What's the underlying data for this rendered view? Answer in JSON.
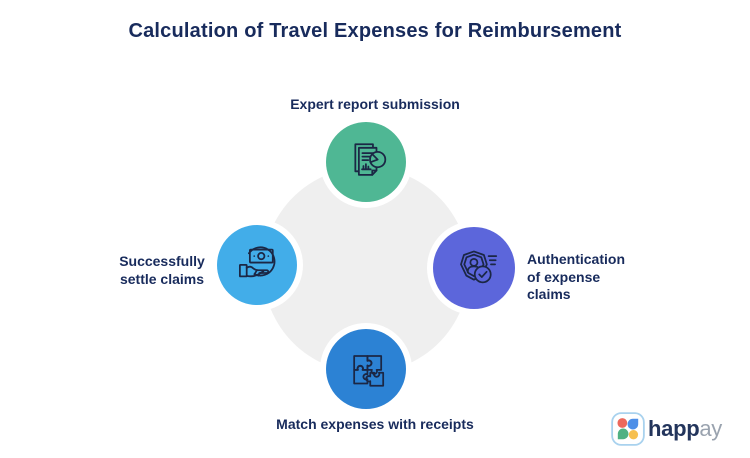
{
  "title": "Calculation of Travel Expenses for Reimbursement",
  "palette": {
    "text_navy": "#182B5C",
    "icon_stroke": "#1B2745",
    "center_circle": "#EFEFEF",
    "background": "#FFFFFF"
  },
  "steps": {
    "top": {
      "label": "Expert report submission",
      "icon": "report-chart-icon",
      "color": "#4FB794"
    },
    "right": {
      "label": "Authentication of expense claims",
      "icon": "shield-user-check-icon",
      "color": "#5C66DB"
    },
    "bottom": {
      "label": "Match expenses with receipts",
      "icon": "puzzle-pieces-icon",
      "color": "#2C82D4"
    },
    "left": {
      "label": "Successfully settle claims",
      "icon": "hand-money-refund-icon",
      "color": "#42ADE9"
    }
  },
  "logo": {
    "text_dark": "happ",
    "text_light": "ay",
    "text_dark_color": "#23355C",
    "text_light_color": "#9AA3AF",
    "mark_colors": {
      "border": "#A9D2EE",
      "red": "#EC685C",
      "blue": "#4D8FE8",
      "green": "#4FB183",
      "yellow": "#F6C050"
    }
  }
}
